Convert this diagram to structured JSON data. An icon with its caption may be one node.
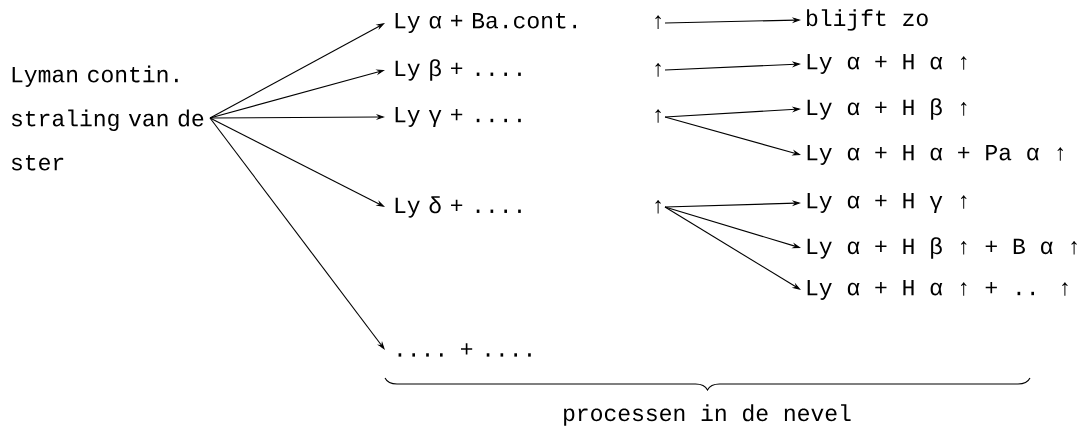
{
  "diagram": {
    "nodes": [
      {
        "text": [
          "Lyman contin. straling van de ster"
        ]
      },
      {
        "text": [
          "Ly α + Ba.cont.",
          "↑"
        ]
      },
      {
        "text": [
          "Ly β + ....",
          "↑"
        ]
      },
      {
        "text": [
          "Ly γ + ....",
          "↑"
        ]
      },
      {
        "text": [
          "Ly δ + ....",
          "↑"
        ]
      },
      {
        "text": [
          ".... + ...."
        ]
      },
      {
        "text": [
          "blijft zo"
        ]
      },
      {
        "text": [
          "Ly α + H α ↑"
        ]
      },
      {
        "text": [
          "Ly α + H β ↑"
        ]
      },
      {
        "text": [
          "Ly α + H α + Pa α ↑"
        ]
      },
      {
        "text": [
          "Ly α + H γ ↑"
        ]
      },
      {
        "text": [
          "Ly α + H β ↑ + B α ↑"
        ]
      },
      {
        "text": [
          "Ly α + H α ↑ + .. ↑"
        ]
      }
    ],
    "edges": [
      {
        "from": 0,
        "to": 1,
        "arrow": "to"
      },
      {
        "from": 0,
        "to": 2,
        "arrow": "to"
      },
      {
        "from": 0,
        "to": 3,
        "arrow": "to"
      },
      {
        "from": 0,
        "to": 4,
        "arrow": "to"
      },
      {
        "from": 0,
        "to": 5,
        "arrow": "to"
      },
      {
        "from": 1,
        "to": 6,
        "arrow": "to"
      },
      {
        "from": 2,
        "to": 7,
        "arrow": "to"
      },
      {
        "from": 3,
        "to": 8,
        "arrow": "to"
      },
      {
        "from": 3,
        "to": 9,
        "arrow": "to"
      },
      {
        "from": 4,
        "to": 10,
        "arrow": "to"
      },
      {
        "from": 4,
        "to": 11,
        "arrow": "to"
      },
      {
        "from": 4,
        "to": 12,
        "arrow": "to"
      }
    ],
    "labels": [
      "processen in de nevel"
    ]
  }
}
